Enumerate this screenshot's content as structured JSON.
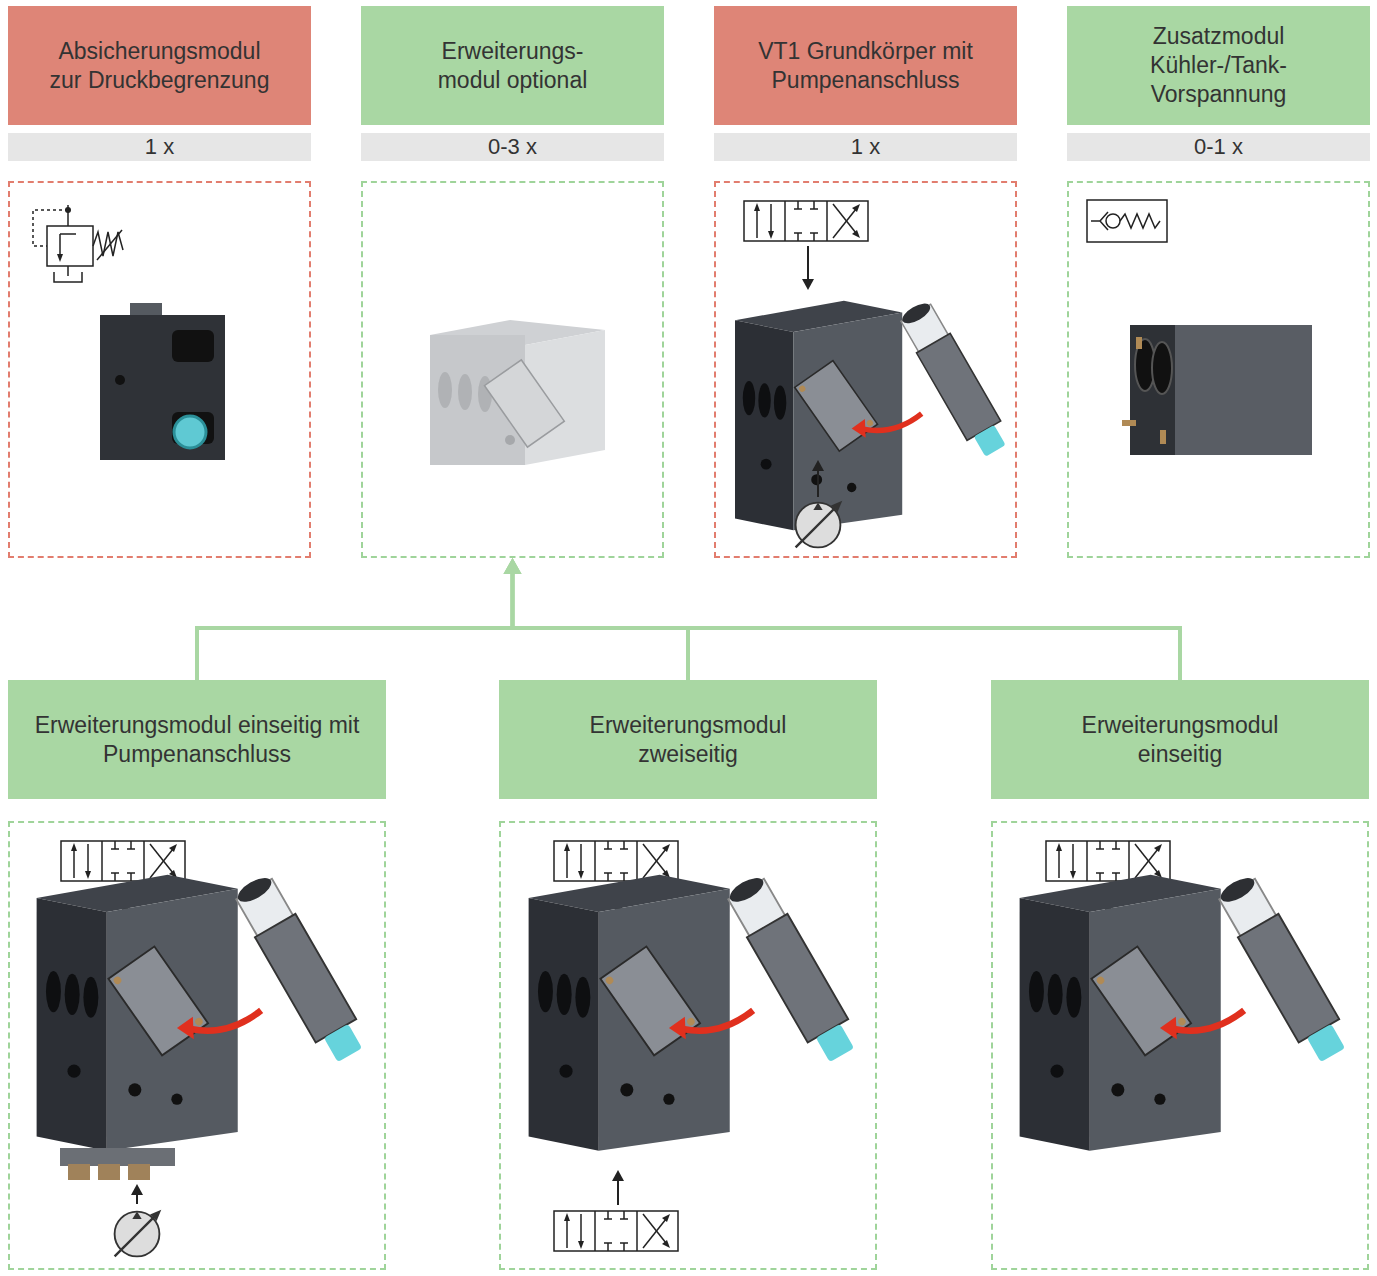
{
  "diagram": {
    "nodes": [
      {
        "text": [
          "Absicherungsmodul zur Druckbegrenzung",
          "1 x"
        ]
      },
      {
        "text": [
          "Erweiterungs- modul optional",
          "0-3 x"
        ]
      },
      {
        "text": [
          "VT1 Grundkörper mit Pumpenanschluss",
          "1 x"
        ]
      },
      {
        "text": [
          "Zusatzmodul Kühler-/Tank- Vorspannung",
          "0-1 x"
        ]
      },
      {
        "text": [
          "Erweiterungsmodul einseitig mit Pumpenanschluss"
        ]
      },
      {
        "text": [
          "Erweiterungsmodul zweiseitig"
        ]
      },
      {
        "text": [
          "Erweiterungsmodul einseitig"
        ]
      }
    ],
    "edges": [
      {
        "from": 4,
        "to": 1,
        "arrow": "to"
      },
      {
        "from": 5,
        "to": 1,
        "arrow": "to"
      },
      {
        "from": 6,
        "to": 1,
        "arrow": "to"
      }
    ]
  }
}
